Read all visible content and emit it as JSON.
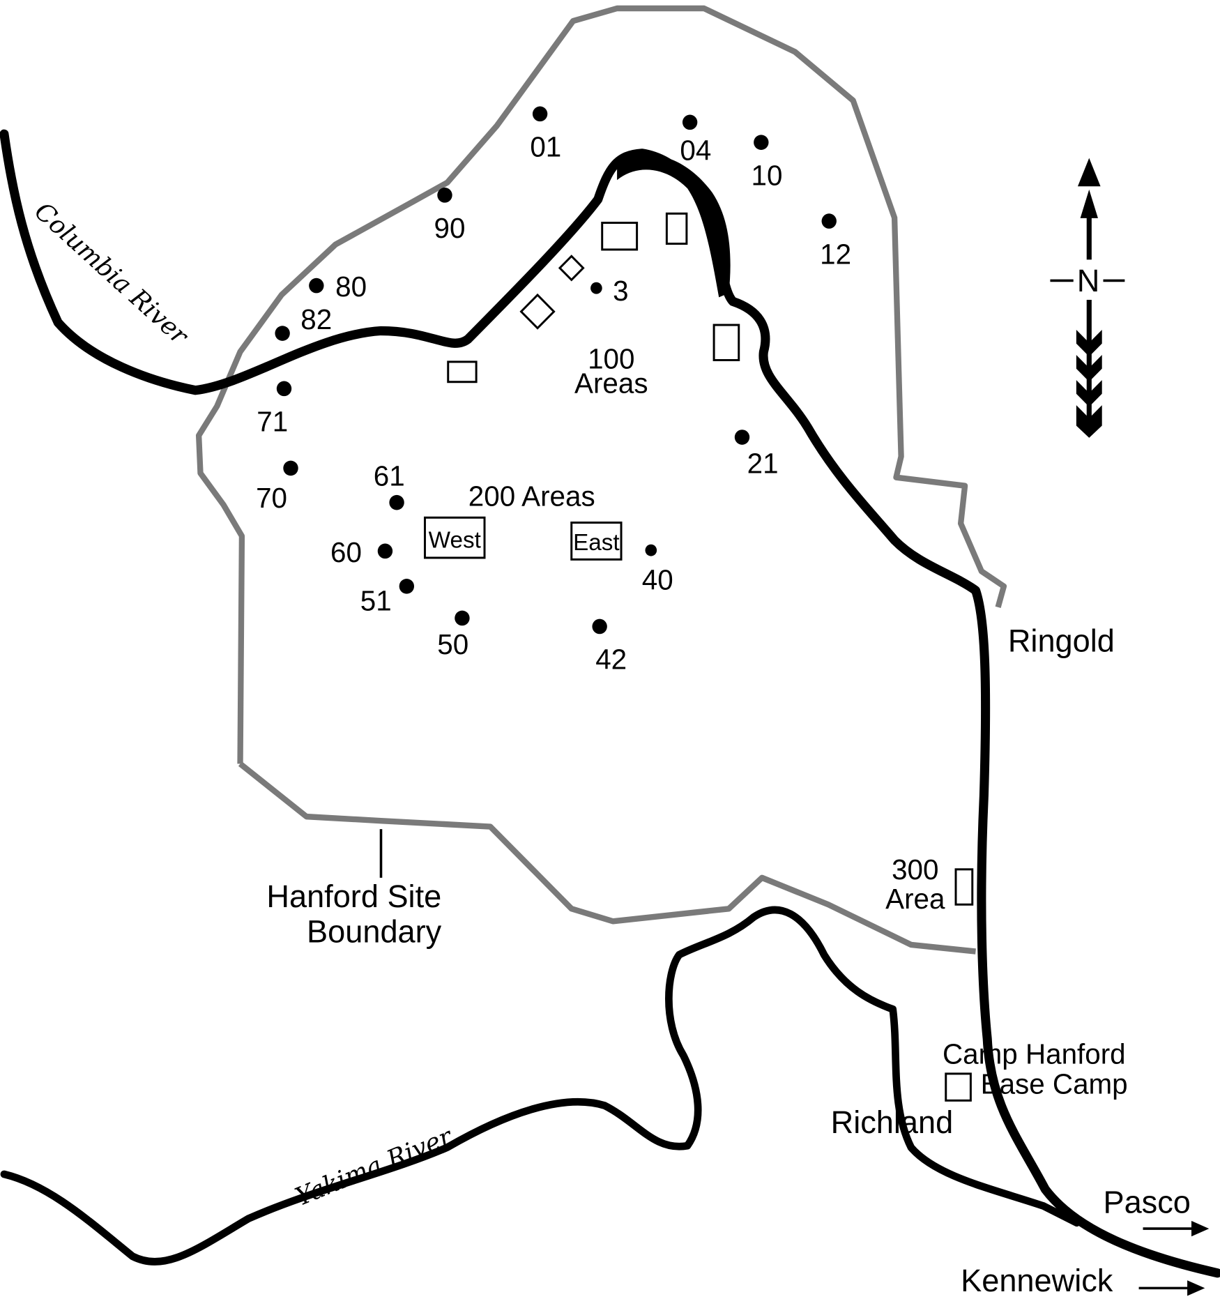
{
  "map": {
    "rivers": [
      "Columbia River",
      "Yakima River"
    ],
    "boundary_label": [
      "Hanford Site",
      "Boundary"
    ],
    "areas": {
      "a100": [
        "100",
        "Areas"
      ],
      "a200": "200 Areas",
      "west": "West",
      "east": "East",
      "a300": [
        "300",
        "Area"
      ],
      "camp": [
        "Camp Hanford",
        "Base Camp"
      ]
    },
    "towns": {
      "ringold": "Ringold",
      "richland": "Richland",
      "pasco": "Pasco",
      "kennewick": "Kennewick"
    },
    "north": "N",
    "wells": [
      "01",
      "04",
      "10",
      "12",
      "90",
      "80",
      "82",
      "3",
      "71",
      "70",
      "61",
      "60",
      "51",
      "50",
      "40",
      "42",
      "21"
    ],
    "colors": {
      "boundary": "#7a7a7a",
      "river": "#000000"
    }
  }
}
